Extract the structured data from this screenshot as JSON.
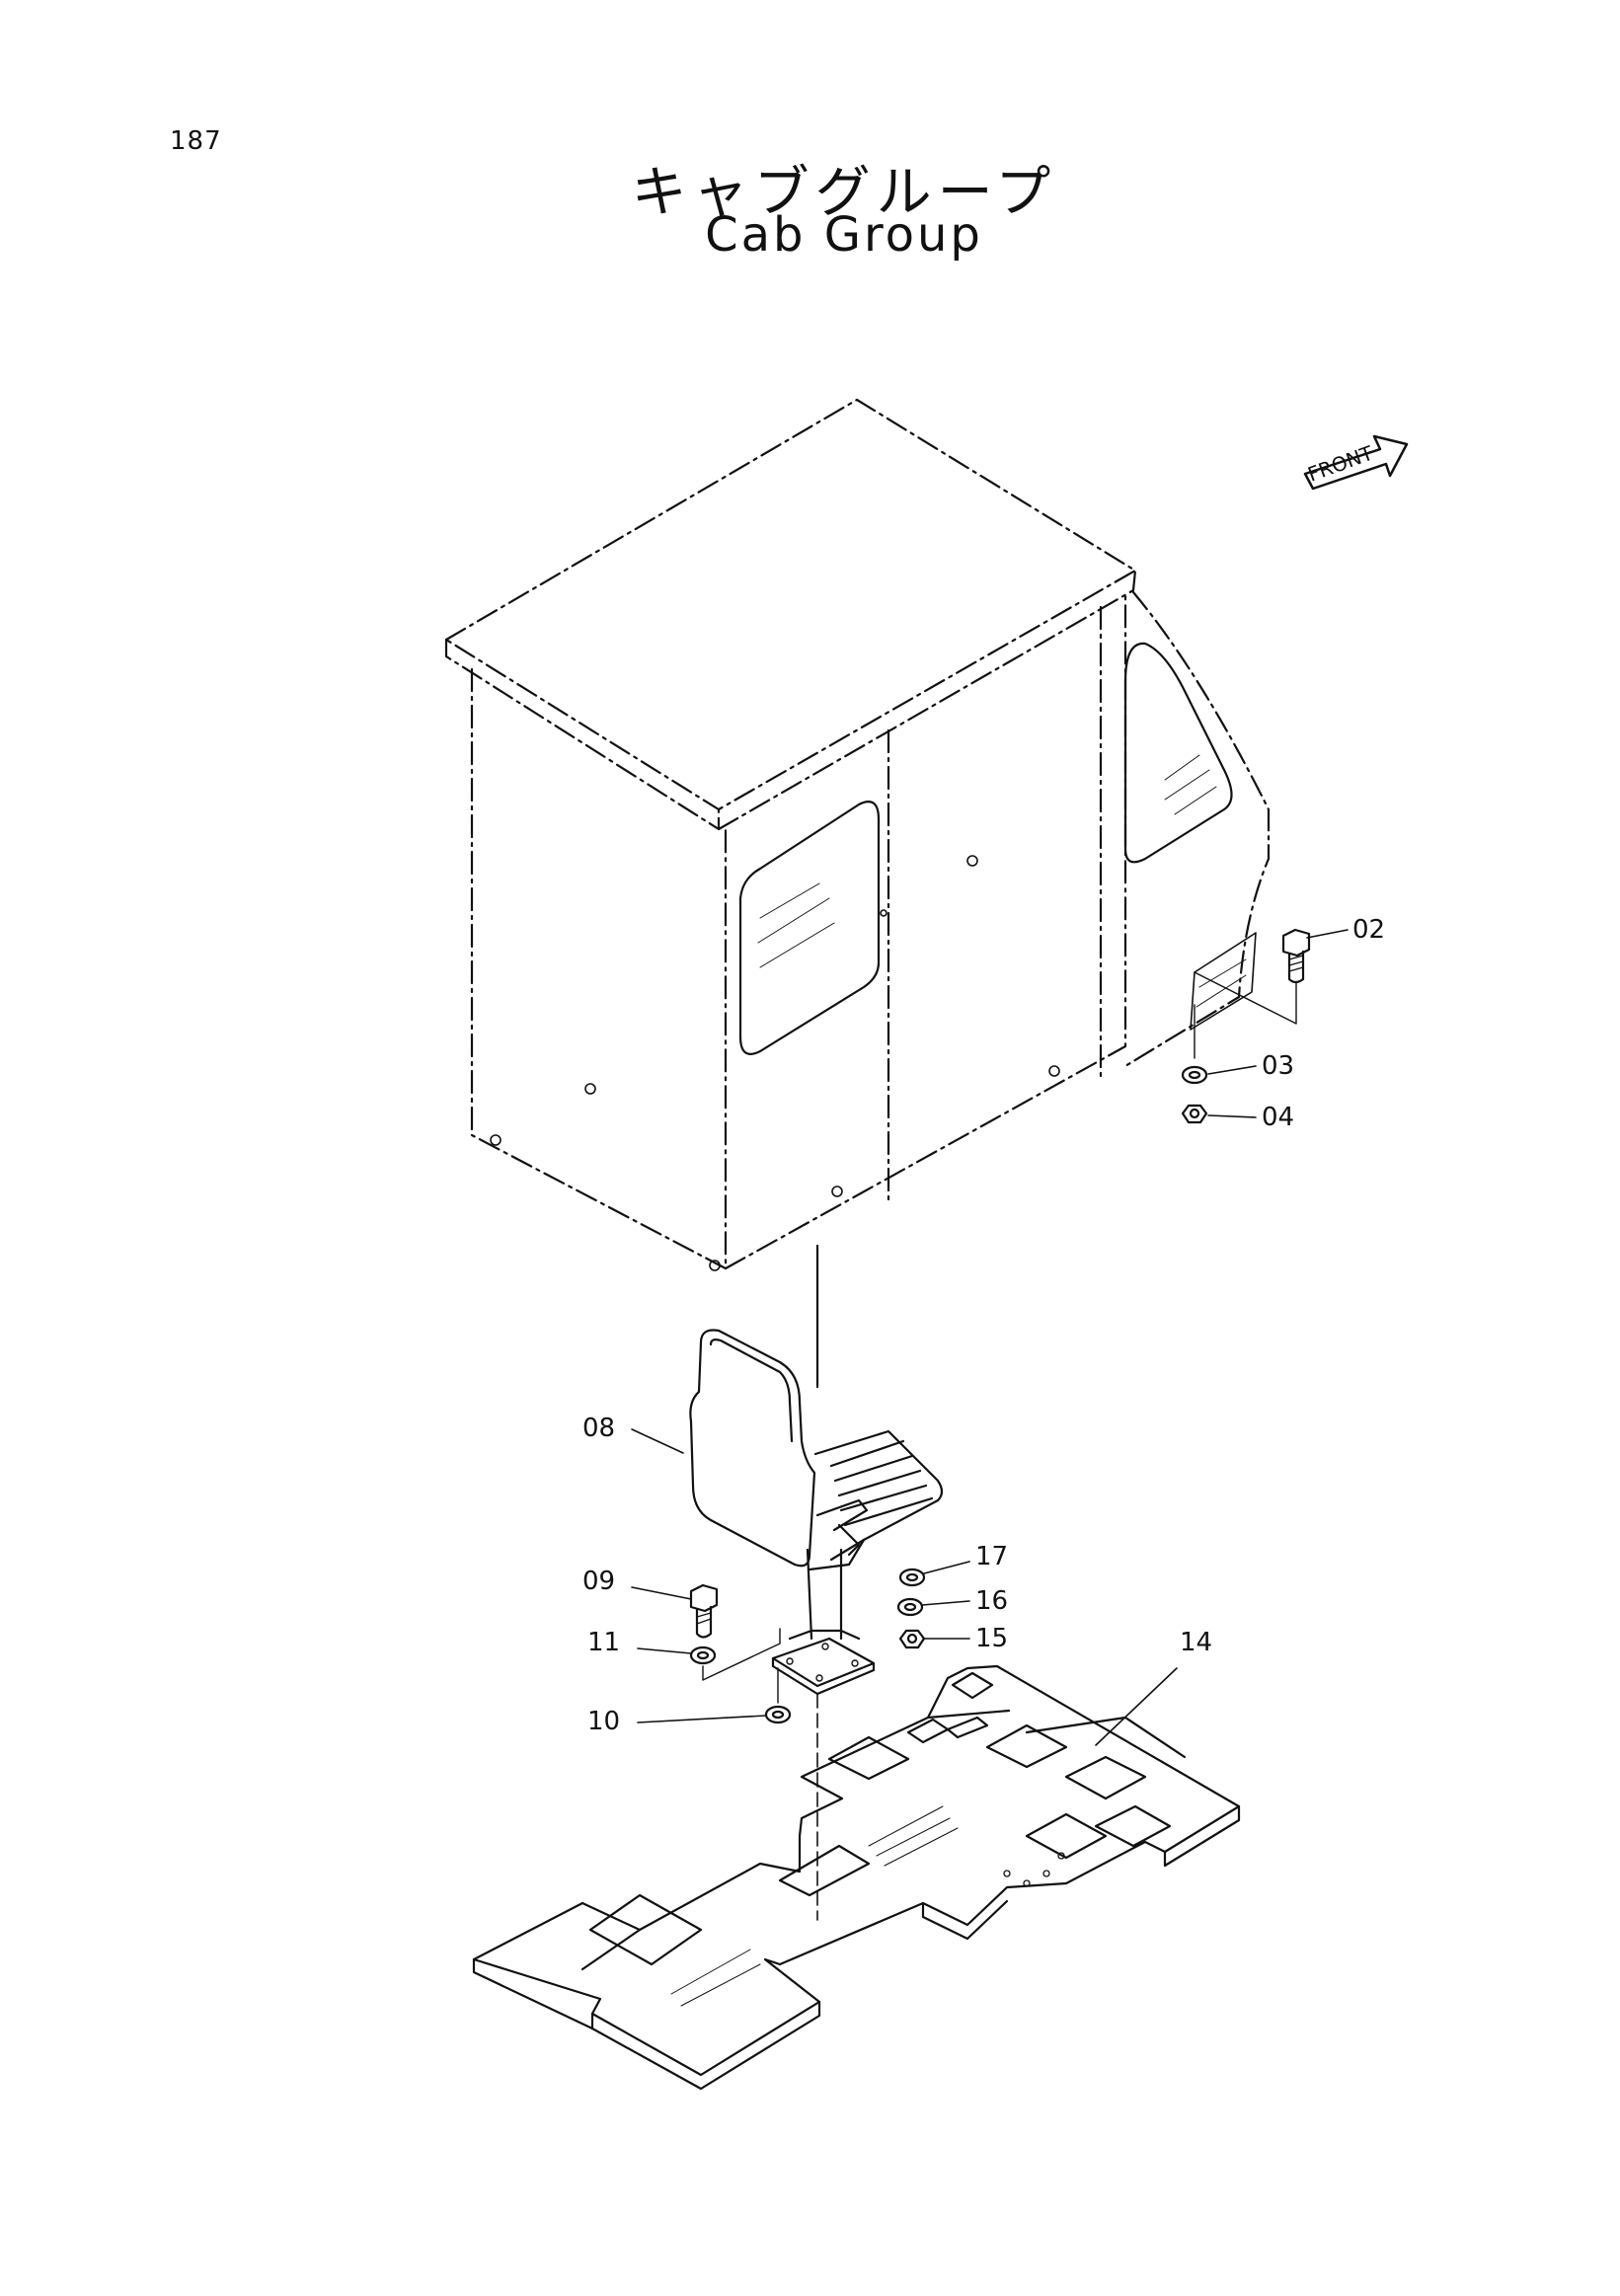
{
  "page": {
    "number": "187",
    "title_jp": "キャブグループ",
    "title_en": "Cab Group"
  },
  "front_arrow_label": "FRONT",
  "callouts": [
    {
      "id": "02",
      "text": "02"
    },
    {
      "id": "03",
      "text": "03"
    },
    {
      "id": "04",
      "text": "04"
    },
    {
      "id": "08",
      "text": "08"
    },
    {
      "id": "09",
      "text": "09"
    },
    {
      "id": "11",
      "text": "11"
    },
    {
      "id": "10",
      "text": "10"
    },
    {
      "id": "17",
      "text": "17"
    },
    {
      "id": "16",
      "text": "16"
    },
    {
      "id": "15",
      "text": "15"
    },
    {
      "id": "14",
      "text": "14"
    }
  ]
}
